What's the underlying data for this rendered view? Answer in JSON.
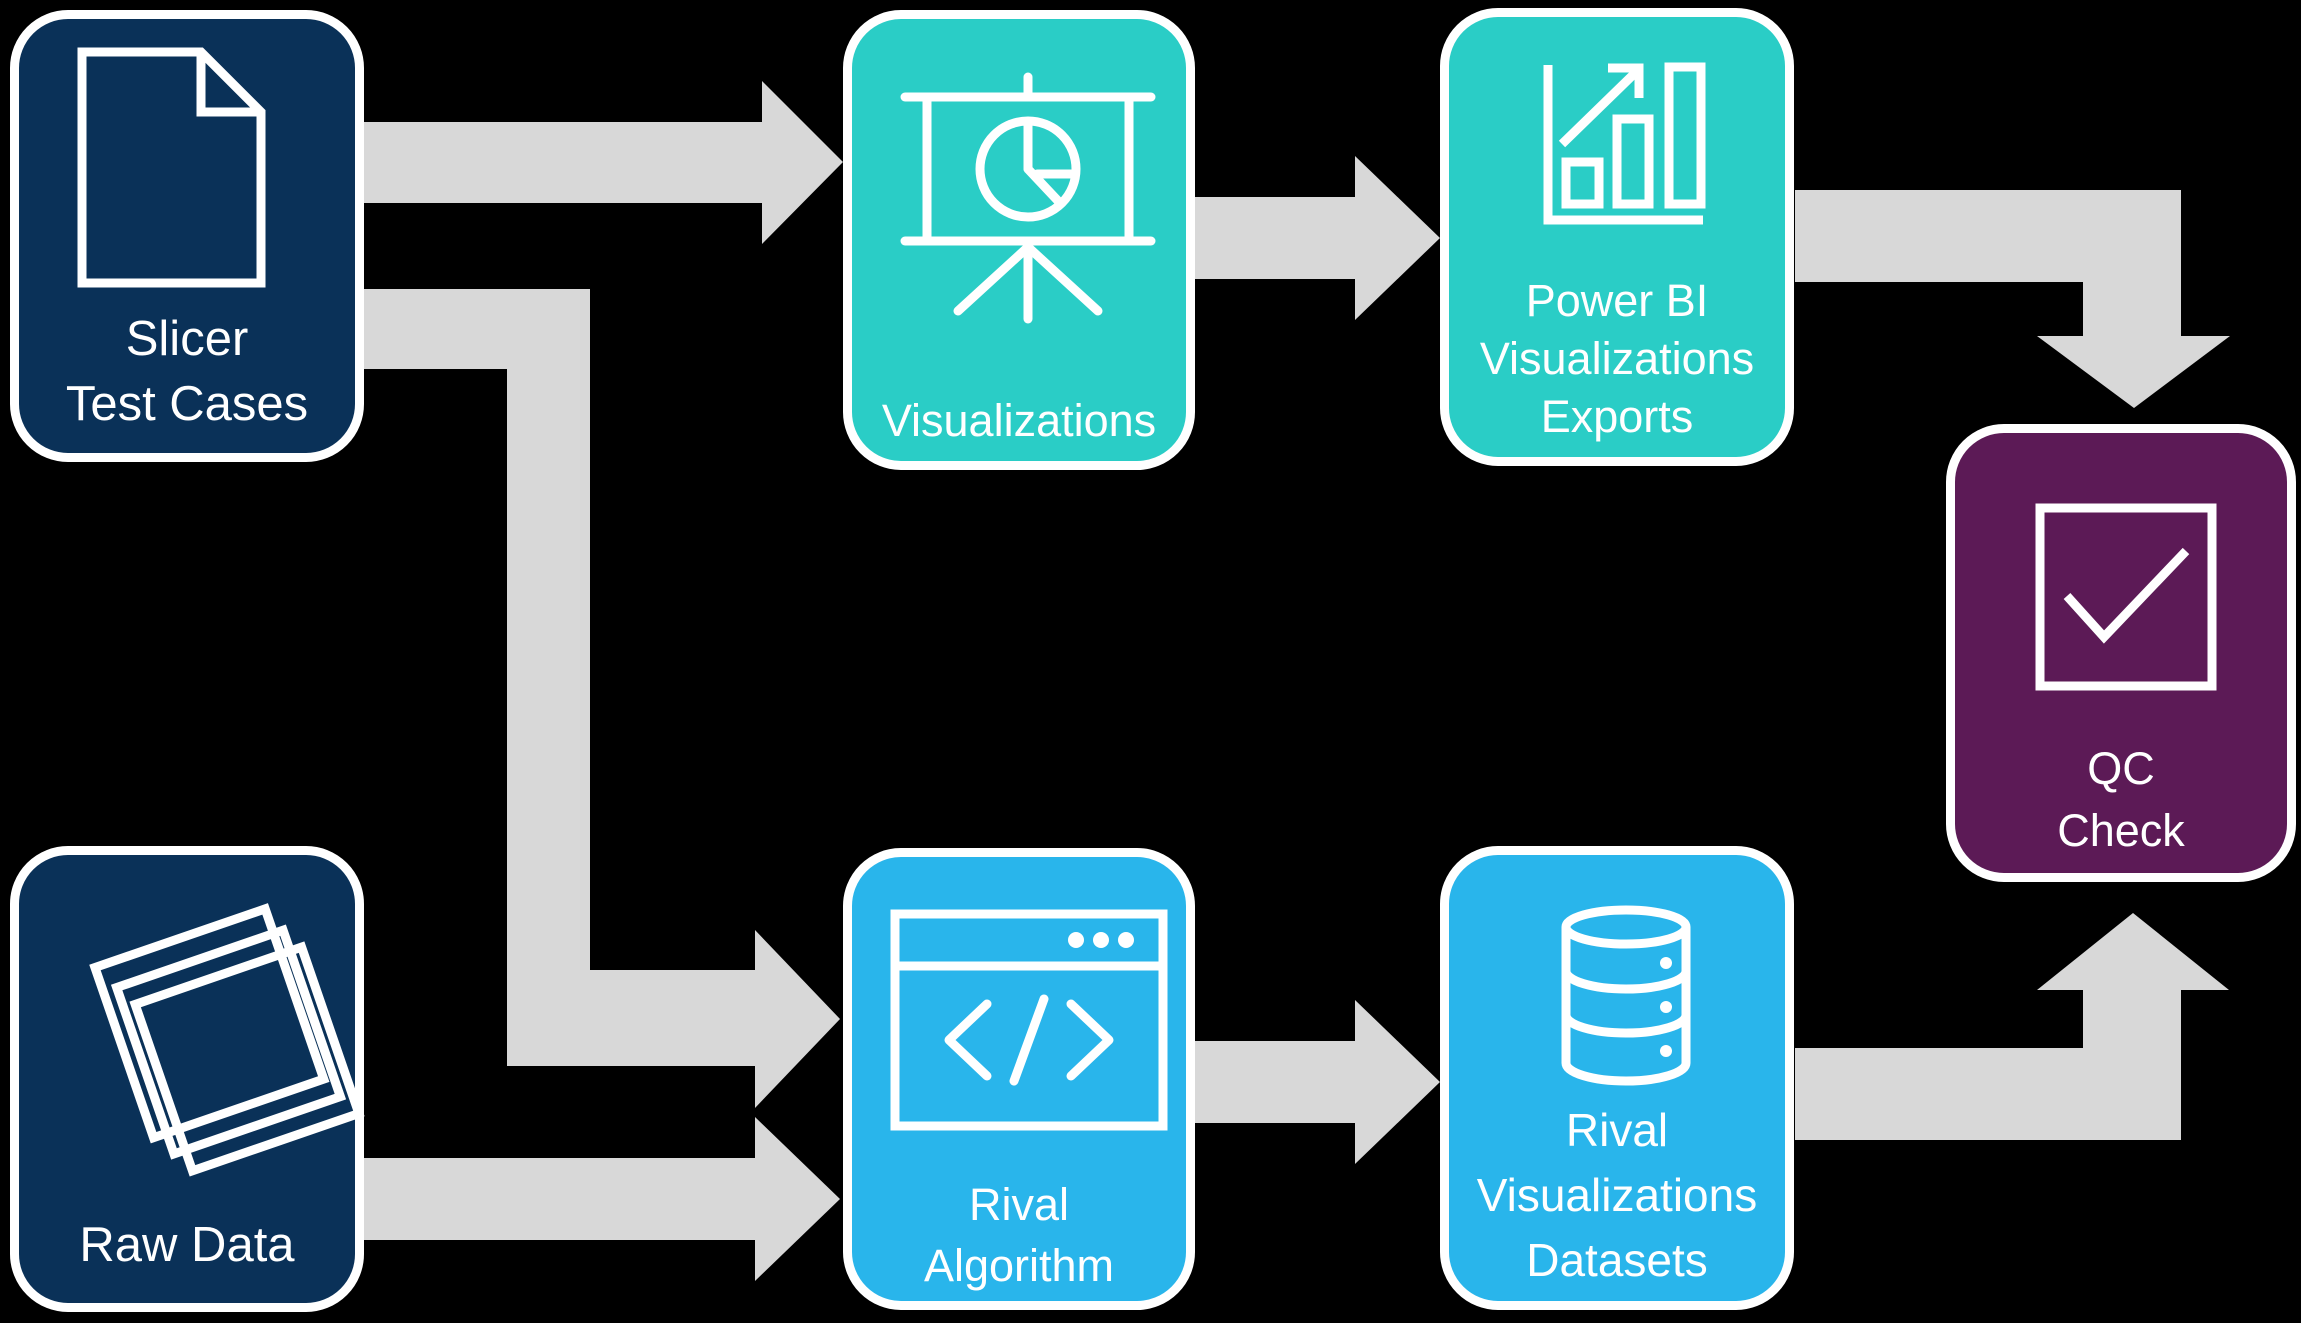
{
  "background": "#000000",
  "colors": {
    "navy": "#0A3158",
    "teal": "#2ACDC6",
    "blue": "#29B5EB",
    "purple": "#5C1A56",
    "arrow": "#D8D8D8",
    "text": "#FFFFFF",
    "background": "#000000"
  },
  "diagram_title": "",
  "nodes": [
    {
      "id": "slicer-test-cases",
      "lines": [
        "Slicer",
        "Test Cases"
      ],
      "icon": "document-icon",
      "color": "navy"
    },
    {
      "id": "raw-data",
      "lines": [
        "Raw Data"
      ],
      "icon": "stacked-papers-icon",
      "color": "navy"
    },
    {
      "id": "visualizations",
      "lines": [
        "Visualizations"
      ],
      "icon": "presentation-pie-chart-icon",
      "color": "teal"
    },
    {
      "id": "power-bi-visualizations-exports",
      "lines": [
        "Power BI",
        "Visualizations",
        "Exports"
      ],
      "icon": "bar-chart-growth-icon",
      "color": "teal"
    },
    {
      "id": "rival-algorithm",
      "lines": [
        "Rival",
        "Algorithm"
      ],
      "icon": "code-window-icon",
      "color": "blue"
    },
    {
      "id": "rival-visualizations-datasets",
      "lines": [
        "Rival",
        "Visualizations",
        "Datasets"
      ],
      "icon": "database-icon",
      "color": "blue"
    },
    {
      "id": "qc-check",
      "lines": [
        "QC",
        "Check"
      ],
      "icon": "checkbox-check-icon",
      "color": "purple"
    }
  ],
  "connections": [
    {
      "from": "Slicer Test Cases",
      "to": "Visualizations",
      "style": "straight-right"
    },
    {
      "from": "Slicer Test Cases",
      "to": "Rival Algorithm",
      "style": "elbow-down-right"
    },
    {
      "from": "Raw Data",
      "to": "Rival Algorithm",
      "style": "straight-right"
    },
    {
      "from": "Visualizations",
      "to": "Power BI Visualizations Exports",
      "style": "straight-right"
    },
    {
      "from": "Rival Algorithm",
      "to": "Rival Visualizations Datasets",
      "style": "straight-right"
    },
    {
      "from": "Power BI Visualizations Exports",
      "to": "QC Check",
      "style": "elbow-right-down"
    },
    {
      "from": "Rival Visualizations Datasets",
      "to": "QC Check",
      "style": "elbow-right-up"
    }
  ]
}
